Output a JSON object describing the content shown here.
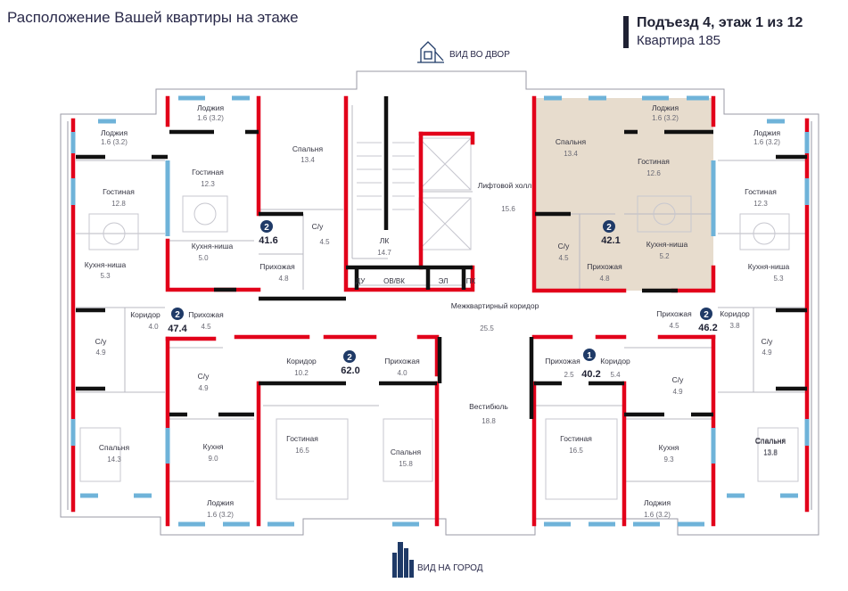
{
  "header": {
    "title": "Расположение Вашей квартиры на этаже",
    "line1": "Подъезд 4, этаж 1 из 12",
    "line2": "Квартира 185"
  },
  "directions": {
    "yard": "ВИД ВО ДВОР",
    "city": "ВИД НА ГОРОД"
  },
  "colors": {
    "exterior_wall": "#e2001a",
    "inner_wall": "#111111",
    "window": "#6fb3d9",
    "highlight": "#e7dccd",
    "badge": "#1f3a67"
  },
  "rooms": [
    {
      "id": "r1",
      "name": "Лоджия",
      "area": "1.6 (3.2)"
    },
    {
      "id": "r2",
      "name": "Гостиная",
      "area": "12.8"
    },
    {
      "id": "r3",
      "name": "Кухня-ниша",
      "area": "5.3"
    },
    {
      "id": "r4",
      "name": "С/у",
      "area": "4.9"
    },
    {
      "id": "r5",
      "name": "Коридор",
      "area": "4.0"
    },
    {
      "id": "r6",
      "name": "Прихожая",
      "area": "4.5"
    },
    {
      "id": "r7",
      "name": "Спальня",
      "area": "14.3"
    },
    {
      "id": "r8",
      "name": "Лоджия",
      "area": "1.6 (3.2)"
    },
    {
      "id": "r9",
      "name": "Гостиная",
      "area": "12.3"
    },
    {
      "id": "r10",
      "name": "Кухня-ниша",
      "area": "5.0"
    },
    {
      "id": "r11",
      "name": "Спальня",
      "area": "13.4"
    },
    {
      "id": "r12",
      "name": "С/у",
      "area": "4.5"
    },
    {
      "id": "r13",
      "name": "Прихожая",
      "area": "4.8"
    },
    {
      "id": "r14",
      "name": "ЛК",
      "area": "14.7"
    },
    {
      "id": "r15",
      "name": "Лифтовой холл",
      "area": "15.6"
    },
    {
      "id": "r16",
      "name": "Спальня",
      "area": "13.4"
    },
    {
      "id": "r17",
      "name": "Лоджия",
      "area": "1.6 (3.2)"
    },
    {
      "id": "r18",
      "name": "Гостиная",
      "area": "12.6"
    },
    {
      "id": "r19",
      "name": "С/у",
      "area": "4.5"
    },
    {
      "id": "r20",
      "name": "Прихожая",
      "area": "4.8"
    },
    {
      "id": "r21",
      "name": "Кухня-ниша",
      "area": "5.2"
    },
    {
      "id": "r22",
      "name": "Лоджия",
      "area": "1.6 (3.2)"
    },
    {
      "id": "r23",
      "name": "Гостиная",
      "area": "12.3"
    },
    {
      "id": "r24",
      "name": "Кухня-ниша",
      "area": "5.3"
    },
    {
      "id": "r25",
      "name": "Прихожая",
      "area": "4.5"
    },
    {
      "id": "r26",
      "name": "Коридор",
      "area": "3.8"
    },
    {
      "id": "r27",
      "name": "С/у",
      "area": "4.9"
    },
    {
      "id": "r28",
      "name": "Спальня",
      "area": "13.8"
    },
    {
      "id": "r29",
      "name": "Межквартирный коридор",
      "area": "25.5"
    },
    {
      "id": "r30",
      "name": "Коридор",
      "area": "10.2"
    },
    {
      "id": "r31",
      "name": "Прихожая",
      "area": "4.0"
    },
    {
      "id": "r32",
      "name": "С/у",
      "area": "4.9"
    },
    {
      "id": "r33",
      "name": "Кухня",
      "area": "9.0"
    },
    {
      "id": "r34",
      "name": "Гостиная",
      "area": "16.5"
    },
    {
      "id": "r35",
      "name": "Спальня",
      "area": "15.8"
    },
    {
      "id": "r36",
      "name": "Лоджия",
      "area": "1.6 (3.2)"
    },
    {
      "id": "r37",
      "name": "Вестибюль",
      "area": "18.8"
    },
    {
      "id": "r38",
      "name": "Прихожая",
      "area": "2.5"
    },
    {
      "id": "r39",
      "name": "Коридор",
      "area": "5.4"
    },
    {
      "id": "r40",
      "name": "С/у",
      "area": "4.9"
    },
    {
      "id": "r41",
      "name": "Гостиная",
      "area": "16.5"
    },
    {
      "id": "r42",
      "name": "Кухня",
      "area": "9.3"
    },
    {
      "id": "r43",
      "name": "Лоджия",
      "area": "1.6 (3.2)"
    },
    {
      "id": "r44",
      "name": "Спальня",
      "area": "13.8"
    }
  ],
  "badges": [
    {
      "id": "b1",
      "rooms": "2",
      "total": "47.4"
    },
    {
      "id": "b2",
      "rooms": "2",
      "total": "41.6"
    },
    {
      "id": "b3",
      "rooms": "2",
      "total": "42.1"
    },
    {
      "id": "b4",
      "rooms": "2",
      "total": "46.2"
    },
    {
      "id": "b5",
      "rooms": "2",
      "total": "62.0"
    },
    {
      "id": "b6",
      "rooms": "1",
      "total": "40.2"
    }
  ],
  "shafts": [
    "ДУ",
    "ОВ/ВК",
    "ЭЛ",
    "ПК"
  ]
}
